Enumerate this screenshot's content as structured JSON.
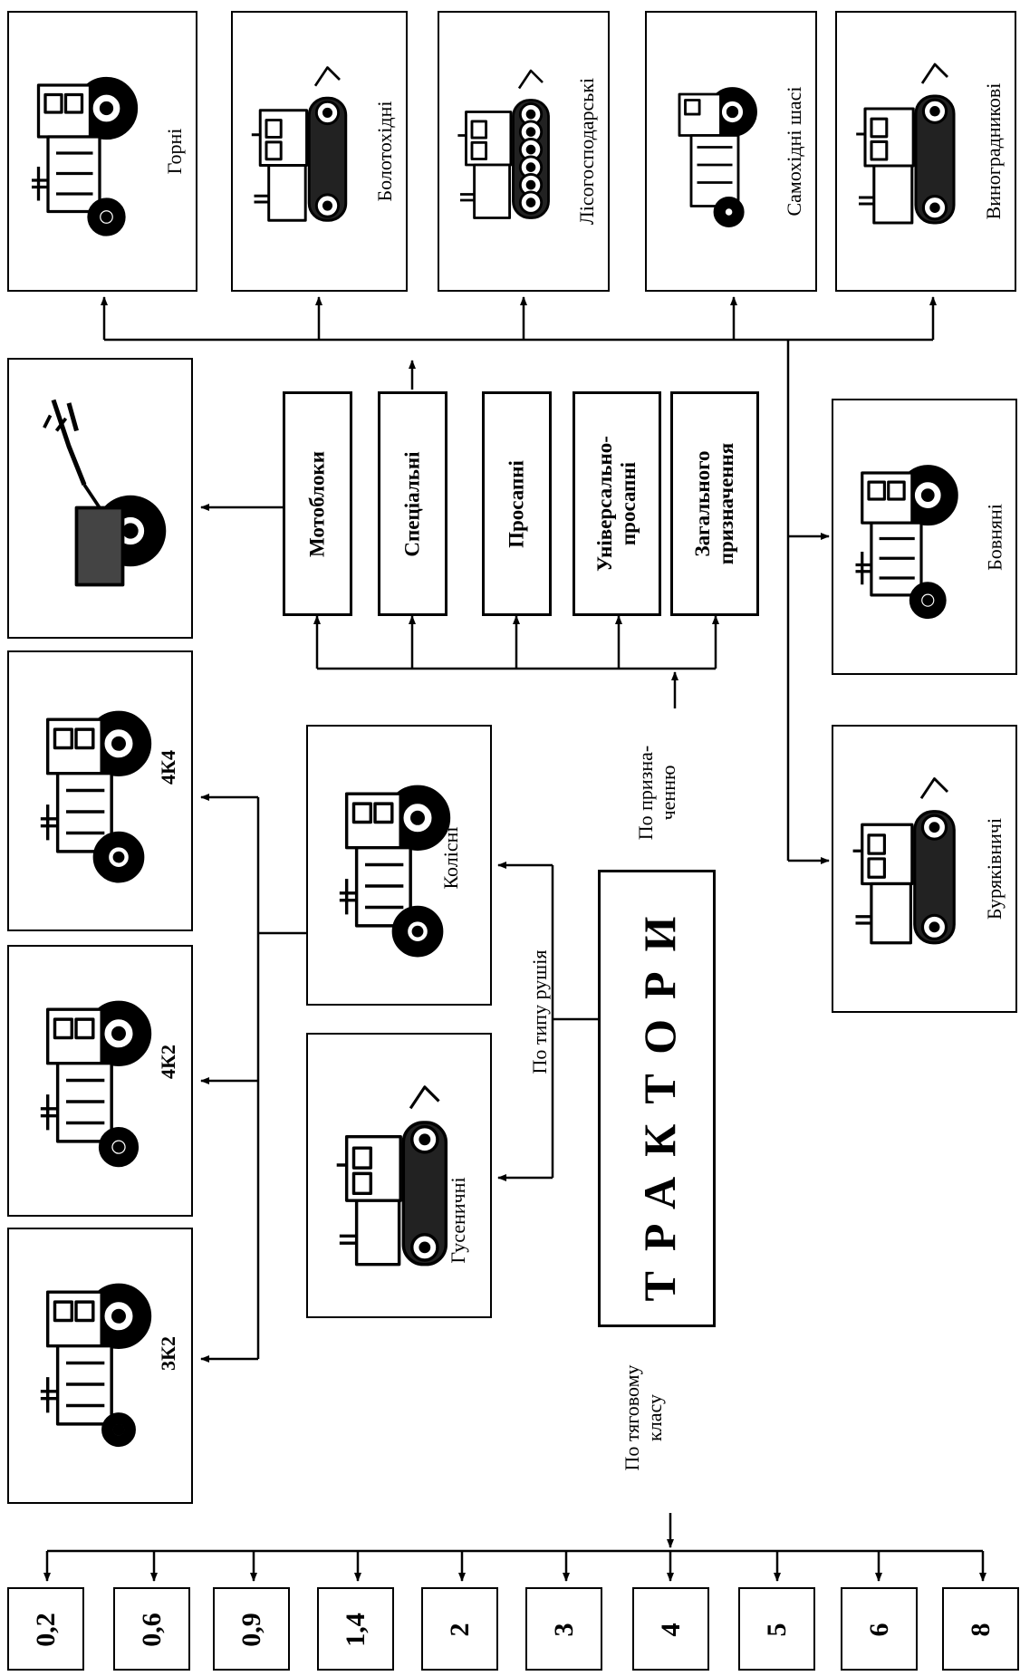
{
  "title": "ТРАКТОРИ",
  "branches": {
    "by_class": "По тяговому\nкласу",
    "by_propulsion": "По типу рушія",
    "by_purpose": "По призна-\nченню"
  },
  "traction_classes": [
    "0,2",
    "0,6",
    "0,9",
    "1,4",
    "2",
    "3",
    "4",
    "5",
    "6",
    "8"
  ],
  "propulsion_types": [
    {
      "label": "Гусеничні",
      "kind": "crawler"
    },
    {
      "label": "Колісні",
      "kind": "wheeled"
    }
  ],
  "wheel_formulas": [
    {
      "label": "3К2",
      "kind": "wheeled-3k2"
    },
    {
      "label": "4К2",
      "kind": "wheeled-4k2"
    },
    {
      "label": "4К4",
      "kind": "wheeled-4k4"
    }
  ],
  "purpose_types": [
    {
      "label": "Мотоблоки"
    },
    {
      "label": "Спеціальні"
    },
    {
      "label": "Просапні"
    },
    {
      "label": "Універсально-\nпросапні"
    },
    {
      "label": "Загального\nпризначення"
    }
  ],
  "motoblock_image": {
    "kind": "walk-behind-tractor"
  },
  "special_types": [
    {
      "label": "Горні",
      "kind": "wheeled"
    },
    {
      "label": "Болотохідні",
      "kind": "crawler"
    },
    {
      "label": "Лісогосподарські",
      "kind": "forestry-crawler"
    },
    {
      "label": "Самохідні шасі",
      "kind": "self-propelled-chassis"
    },
    {
      "label": "Виноградникові",
      "kind": "crawler"
    },
    {
      "label": "Бовняні",
      "kind": "wheeled"
    },
    {
      "label": "Буряківничі",
      "kind": "crawler"
    }
  ],
  "colors": {
    "line": "#000000",
    "background": "#ffffff"
  }
}
